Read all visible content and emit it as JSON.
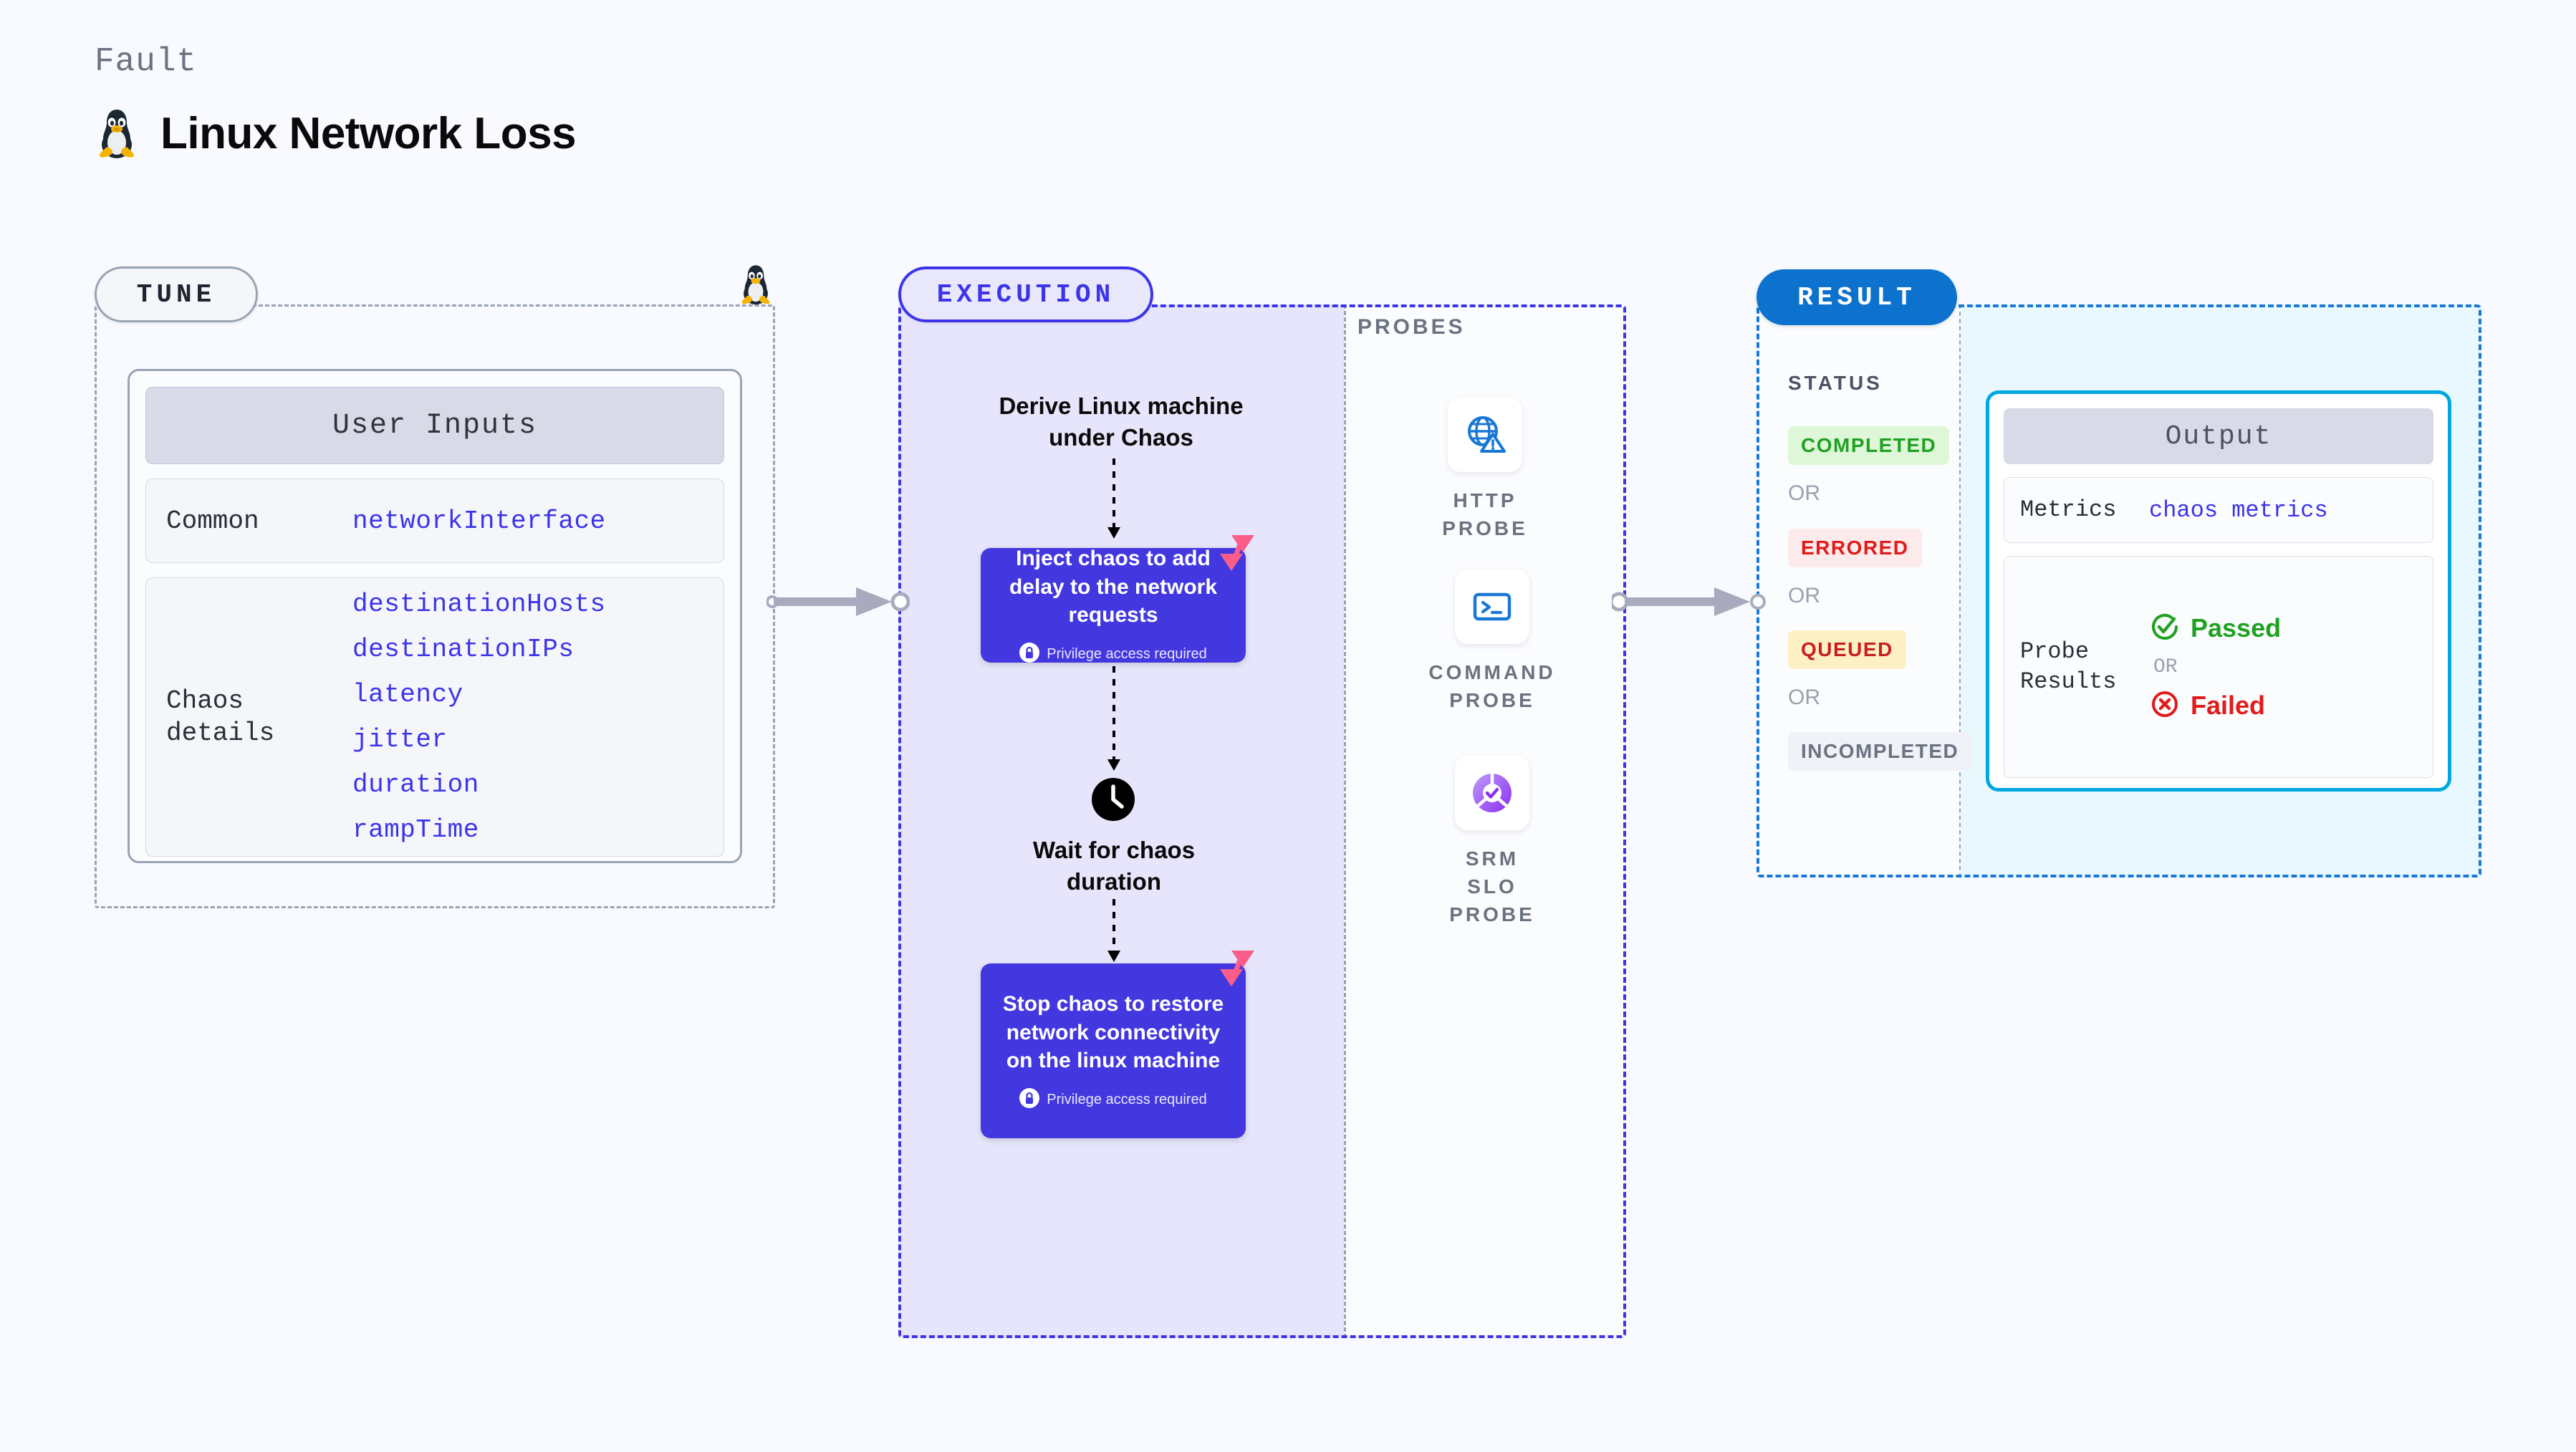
{
  "header": {
    "eyebrow": "Fault",
    "title": "Linux Network Loss",
    "icon": "tux-penguin-icon"
  },
  "tune": {
    "pill_label": "TUNE",
    "border_icon": "tux-penguin-icon",
    "card_header": "User Inputs",
    "groups": [
      {
        "label": "Common",
        "params": [
          "networkInterface"
        ]
      },
      {
        "label": "Chaos details",
        "params": [
          "destinationHosts",
          "destinationIPs",
          "latency",
          "jitter",
          "duration",
          "rampTime"
        ]
      }
    ]
  },
  "execution": {
    "pill_label": "EXECUTION",
    "steps": [
      {
        "type": "heading",
        "text": "Derive Linux machine\nunder Chaos"
      },
      {
        "type": "node",
        "text": "Inject chaos to add delay to the network requests",
        "privilege": "Privilege access required",
        "badge": "harness-logo-icon"
      },
      {
        "type": "heading",
        "icon": "clock-icon",
        "text": "Wait for chaos\nduration"
      },
      {
        "type": "node",
        "text": "Stop chaos to restore network connectivity on the linux machine",
        "privilege": "Privilege access required",
        "badge": "harness-logo-icon"
      }
    ]
  },
  "probes": {
    "section_label": "PROBES",
    "items": [
      {
        "label": "HTTP PROBE",
        "icon": "globe-warning-icon"
      },
      {
        "label": "COMMAND\nPROBE",
        "icon": "terminal-icon"
      },
      {
        "label": "SRM SLO\nPROBE",
        "icon": "slo-donut-check-icon"
      }
    ]
  },
  "result": {
    "pill_label": "RESULT",
    "status_label": "STATUS",
    "or_label": "OR",
    "statuses": [
      {
        "label": "COMPLETED",
        "fg": "#21a121",
        "bg": "#ddf7d8"
      },
      {
        "label": "ERRORED",
        "fg": "#e01b1b",
        "bg": "#fdeaea"
      },
      {
        "label": "QUEUED",
        "fg": "#c81e1e",
        "bg": "#fdf0c4"
      },
      {
        "label": "INCOMPLETED",
        "fg": "#6b7280",
        "bg": "#f1f2f7"
      }
    ],
    "output": {
      "header": "Output",
      "metrics_label": "Metrics",
      "metrics_value": "chaos metrics",
      "probe_results_label": "Probe\nResults",
      "passed_label": "Passed",
      "failed_label": "Failed",
      "or_label": "OR",
      "passed_icon": "check-circle-icon",
      "failed_icon": "x-circle-icon"
    }
  },
  "colors": {
    "background": "#f8faff",
    "primary_purple": "#3d34e8",
    "node_purple": "#4338e0",
    "result_blue": "#0d72ce",
    "output_cyan": "#00a7e1",
    "harness_pink": "#fb5d8a",
    "probe_blue": "#1878d4",
    "slo_purple": "#9a4df0",
    "pass_green": "#21a121",
    "fail_red": "#e01b1b",
    "muted_gray": "#9aa3b2"
  }
}
